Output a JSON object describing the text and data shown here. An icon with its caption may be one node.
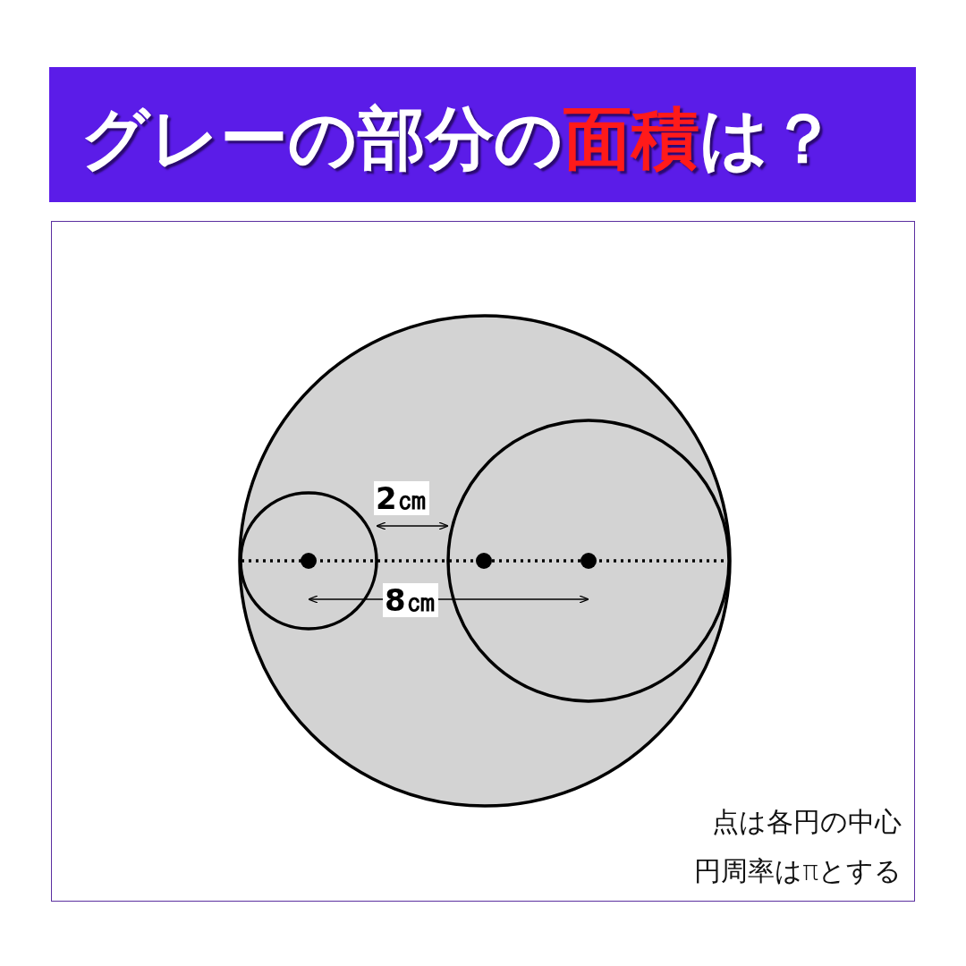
{
  "diagram": {
    "title": "グレーの部分の**面積**は？",
    "labels": [
      "2㎝",
      "8㎝",
      "点は各円の中心",
      "円周率はπとする"
    ]
  }
}
